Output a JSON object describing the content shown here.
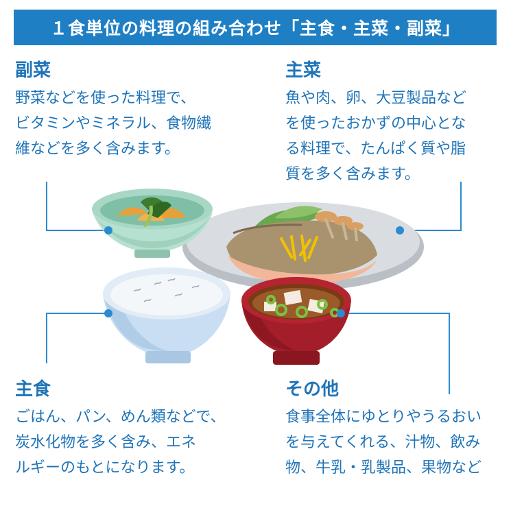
{
  "title": "１食単位の料理の組み合わせ「主食・主菜・副菜」",
  "sections": {
    "fukusai": {
      "heading": "副菜",
      "lines": [
        "野菜などを使った料理で、",
        "ビタミンやミネラル、食物繊",
        "維などを多く含みます。"
      ]
    },
    "shusai": {
      "heading": "主菜",
      "lines": [
        "魚や肉、卵、大豆製品など",
        "を使ったおかずの中心とな",
        "る料理で、たんぱく質や脂",
        "質を多く含みます。"
      ]
    },
    "shushoku": {
      "heading": "主食",
      "lines": [
        "ごはん、パン、めん類などで、",
        "炭水化物を多く含み、エネ",
        "ルギーのもとになります。"
      ]
    },
    "sonota": {
      "heading": "その他",
      "lines": [
        "食事全体にゆとりやうるおい",
        "を与えてくれる、汁物、飲み",
        "物、牛乳・乳製品、果物など"
      ]
    }
  },
  "colors": {
    "banner": "#1f7fc4",
    "text": "#1f74b8",
    "connector": "#2a8bd0"
  }
}
